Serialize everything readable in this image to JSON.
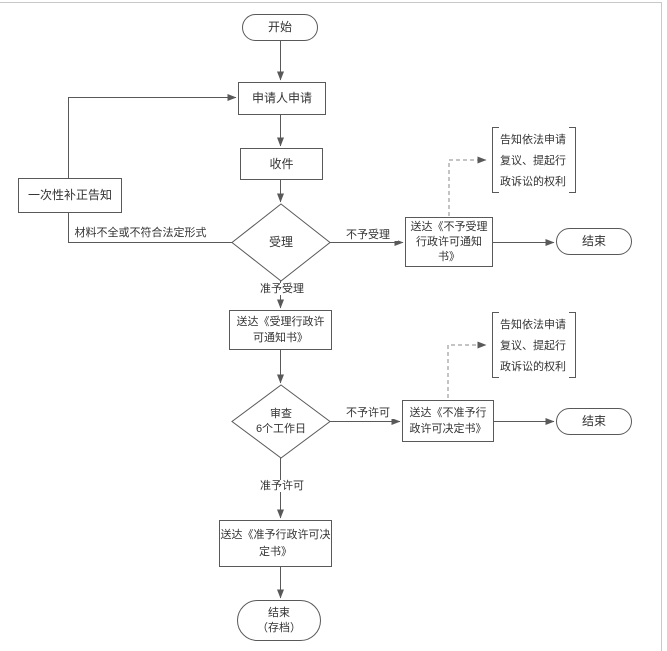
{
  "colors": {
    "background": "#ffffff",
    "line": "#595959",
    "dashed_line": "#8a8a8a",
    "text": "#333333",
    "frame_border": "#c8c8c8"
  },
  "nodes": {
    "start": {
      "label": "开始"
    },
    "apply": {
      "label": "申请人申请"
    },
    "receive": {
      "label": "收件"
    },
    "accept_decision": {
      "label": "受理"
    },
    "correction_notice": {
      "label": "一次性补正告知"
    },
    "reject_notice": {
      "lines": [
        "送达《不予受理",
        "行政许可通知",
        "书》"
      ]
    },
    "end_reject": {
      "label": "结束"
    },
    "accept_notice": {
      "lines": [
        "送达《受理行政许",
        "可通知书》"
      ]
    },
    "review": {
      "lines": [
        "审查",
        "6个工作日"
      ]
    },
    "deny_notice": {
      "lines": [
        "送达《不准予行",
        "政许可决定书》"
      ]
    },
    "end_deny": {
      "label": "结束"
    },
    "grant_notice": {
      "lines": [
        "送达《准予行政许可决",
        "定书》"
      ]
    },
    "end_archive": {
      "lines": [
        "结束",
        "（存档）"
      ]
    }
  },
  "edge_labels": {
    "materials_incomplete": "材料不全或不符合法定形式",
    "not_accepted": "不予受理",
    "accepted": "准予受理",
    "not_permitted": "不予许可",
    "permitted": "准予许可"
  },
  "notes": {
    "appeal_rights_top": {
      "lines": [
        "告知依法申请",
        "复议、提起行",
        "政诉讼的权利"
      ]
    },
    "appeal_rights_bottom": {
      "lines": [
        "告知依法申请",
        "复议、提起行",
        "政诉讼的权利"
      ]
    }
  }
}
